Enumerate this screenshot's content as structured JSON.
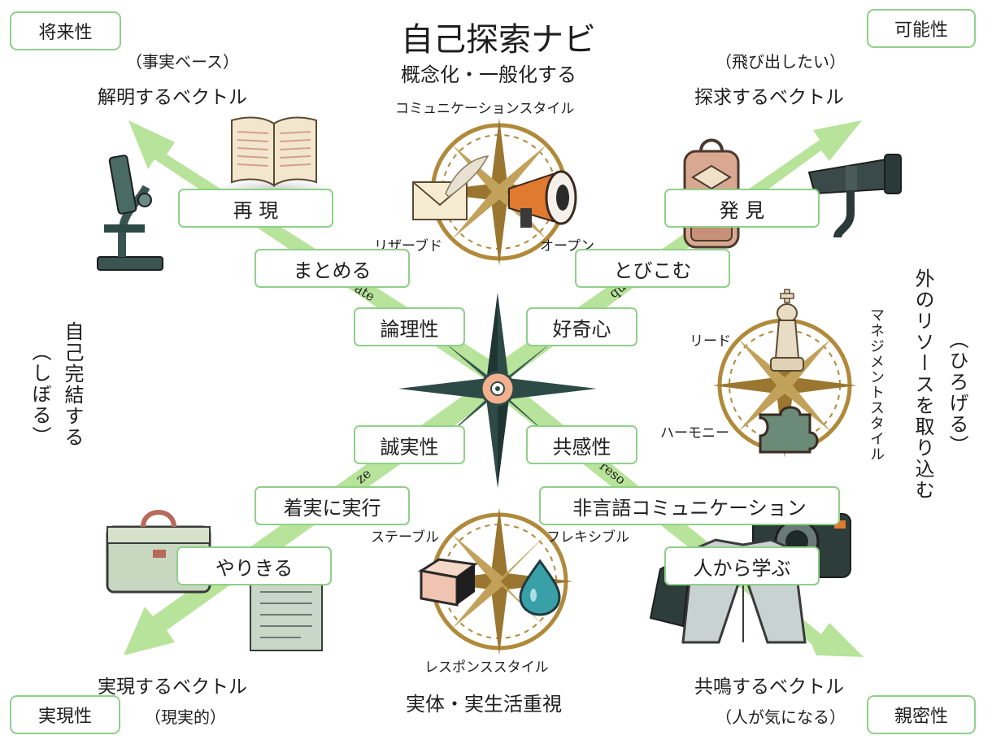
{
  "title": "自己探索ナビ",
  "axis": {
    "top": "概念化・一般化する",
    "bottom": "実体・実生活重視",
    "left_main": "自己完結する",
    "left_sub": "（しぼる）",
    "right_main": "外のリソースを取り込む",
    "right_sub": "（ひろげる）"
  },
  "corners": {
    "top_left": "将来性",
    "top_right": "可能性",
    "bottom_left": "実現性",
    "bottom_right": "親密性"
  },
  "vectors": {
    "top_left": {
      "sub": "（事実ベース）",
      "label": "解明するベクトル"
    },
    "top_right": {
      "sub": "（飛び出したい）",
      "label": "探求するベクトル"
    },
    "bottom_left": {
      "label": "実現するベクトル",
      "sub": "（現実的）"
    },
    "bottom_right": {
      "label": "共鳴するベクトル",
      "sub": "（人が気になる）"
    }
  },
  "boxes": {
    "saigen": "再 現",
    "matomeru": "まとめる",
    "ronrisei": "論理性",
    "hakken": "発 見",
    "tobikomu": "とびこむ",
    "kokishin": "好奇心",
    "seijitsusei": "誠実性",
    "chakujitsu": "着実に実行",
    "yarikiru": "やりきる",
    "kyokansei": "共感性",
    "higengo": "非言語コミュニケーション",
    "hitokara": "人から学ぶ"
  },
  "compasses": {
    "communication": {
      "title": "コミュニケーションスタイル",
      "left": "リザーブド",
      "right": "オープン"
    },
    "management": {
      "title": "マネジメントスタイル",
      "top": "リード",
      "bottom": "ハーモニー"
    },
    "response": {
      "title": "レスポンススタイル",
      "left": "ステーブル",
      "right": "フレキシブル"
    }
  },
  "arrow_words": {
    "top_left": "ate",
    "top_right": "que",
    "bottom_left": "ze",
    "bottom_right": "reso"
  },
  "colors": {
    "arrow_green": "#b8e39a",
    "box_border": "#8fd08a",
    "compass_gold": "#b08a3a",
    "compass_dark": "#2d4a46"
  },
  "icons": [
    "open-book-icon",
    "microscope-icon",
    "envelope-quill-icon",
    "megaphone-icon",
    "backpack-icon",
    "telescope-icon",
    "chess-king-icon",
    "puzzle-piece-icon",
    "toolbox-icon",
    "document-icon",
    "sugar-cube-icon",
    "water-drop-icon",
    "camera-icon",
    "coat-icon"
  ]
}
